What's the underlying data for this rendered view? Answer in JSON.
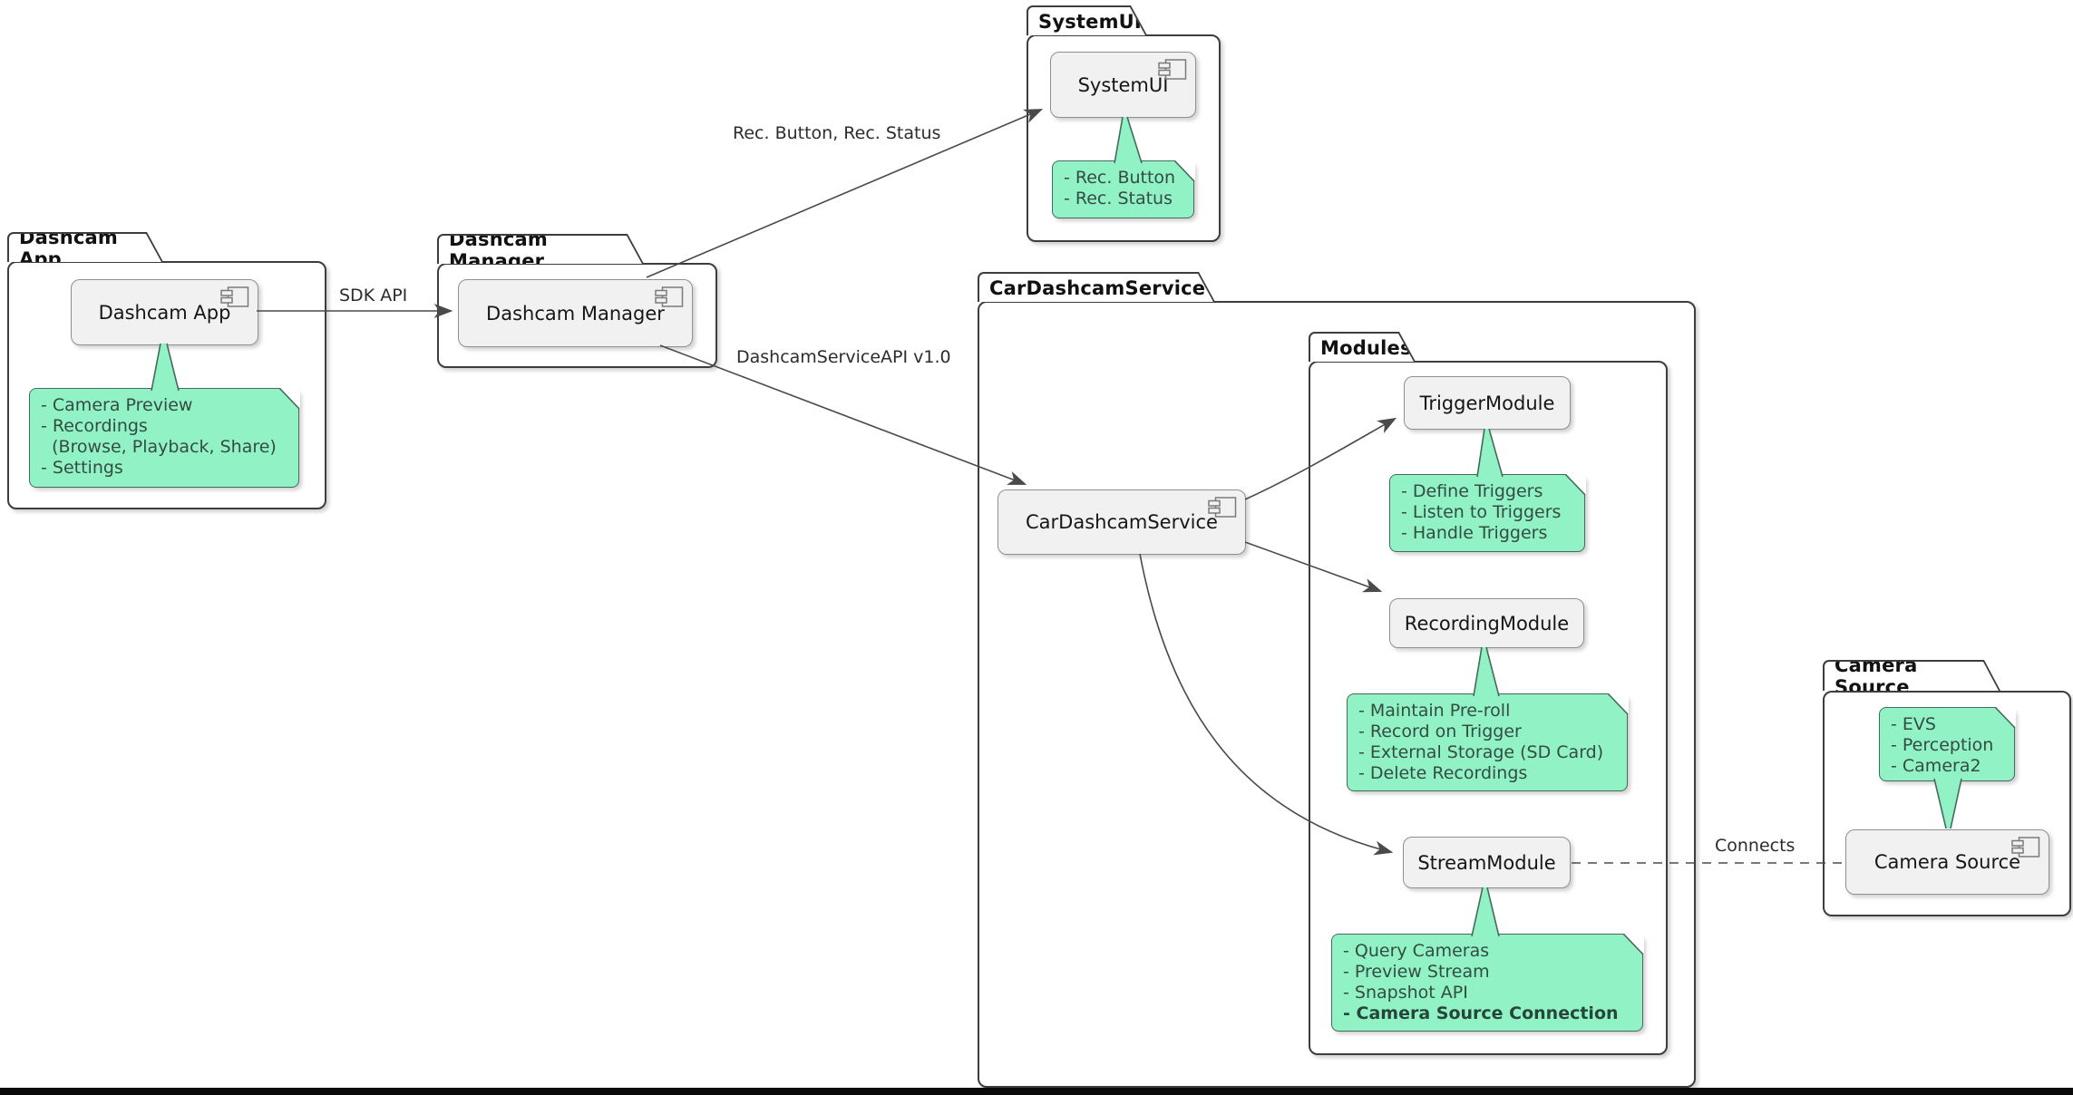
{
  "packages": {
    "dashcam_app": {
      "title": "Dashcam App"
    },
    "dashcam_manager": {
      "title": "Dashcam Manager"
    },
    "systemui": {
      "title": "SystemUI"
    },
    "car_service": {
      "title": "CarDashcamService"
    },
    "modules": {
      "title": "Modules"
    },
    "camera_source": {
      "title": "Camera Source"
    }
  },
  "components": {
    "dashcam_app": "Dashcam App",
    "dashcam_manager": "Dashcam Manager",
    "systemui": "SystemUI",
    "car_service": "CarDashcamService",
    "trigger": "TriggerModule",
    "recording": "RecordingModule",
    "stream": "StreamModule",
    "camera_source": "Camera Source"
  },
  "notes": {
    "dashcam_app": {
      "lines": [
        "- Camera Preview",
        "- Recordings",
        "  (Browse, Playback, Share)",
        "- Settings"
      ]
    },
    "systemui": {
      "lines": [
        "- Rec. Button",
        "- Rec. Status"
      ]
    },
    "trigger": {
      "lines": [
        "- Define Triggers",
        "- Listen to Triggers",
        "- Handle Triggers"
      ]
    },
    "recording": {
      "lines": [
        "- Maintain Pre-roll",
        "- Record on Trigger",
        "- External Storage (SD Card)",
        "- Delete Recordings"
      ]
    },
    "stream": {
      "lines": [
        "- Query Cameras",
        "- Preview Stream",
        "- Snapshot API",
        "- Camera Source Connection"
      ]
    },
    "camera_source": {
      "lines": [
        "- EVS",
        "- Perception",
        "- Camera2"
      ]
    }
  },
  "edge_labels": {
    "sdk_api": "SDK API",
    "rec_ui": "Rec. Button, Rec. Status",
    "service_api": "DashcamServiceAPI v1.0",
    "connects": "Connects"
  },
  "colors": {
    "note_fill": "#91f2c5",
    "note_border": "#46695a",
    "component_fill": "#f1f1f1",
    "component_border": "#8f8f8f",
    "package_border": "#3d3d3d",
    "edge": "#4a4a4a",
    "bottom_bar": "#0a0a0a"
  }
}
